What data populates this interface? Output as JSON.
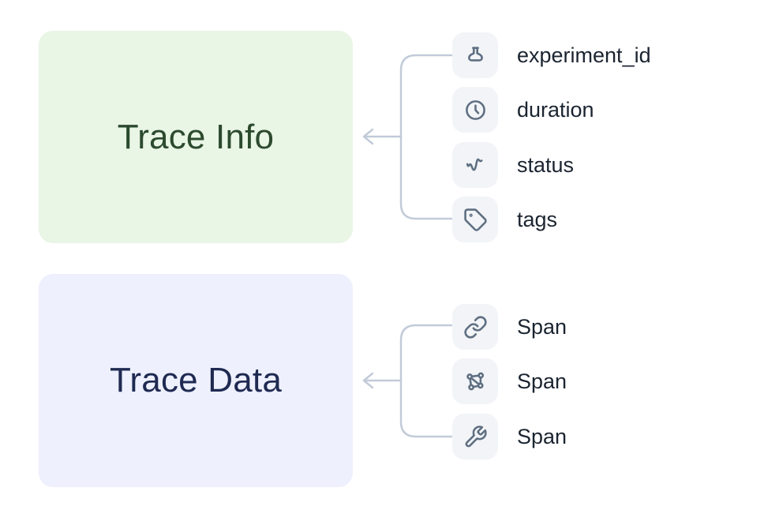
{
  "canvas": {
    "background": "#ffffff"
  },
  "groups": [
    {
      "id": "trace-info",
      "title": "Trace Info",
      "box_bg": "#e9f5e5",
      "title_color": "#2c4a2e",
      "items": [
        {
          "icon": "flask-icon",
          "label": "experiment_id"
        },
        {
          "icon": "clock-icon",
          "label": "duration"
        },
        {
          "icon": "activity-icon",
          "label": "status"
        },
        {
          "icon": "tag-icon",
          "label": "tags"
        }
      ]
    },
    {
      "id": "trace-data",
      "title": "Trace Data",
      "box_bg": "#eef0fd",
      "title_color": "#1f2a52",
      "items": [
        {
          "icon": "link-icon",
          "label": "Span"
        },
        {
          "icon": "network-icon",
          "label": "Span"
        },
        {
          "icon": "wrench-icon",
          "label": "Span"
        }
      ]
    }
  ],
  "colors": {
    "connector": "#c2cbd8",
    "icon_color": "#5f6f82",
    "icon_tile_bg": "#f2f4f7",
    "label_text": "#1b2430"
  }
}
